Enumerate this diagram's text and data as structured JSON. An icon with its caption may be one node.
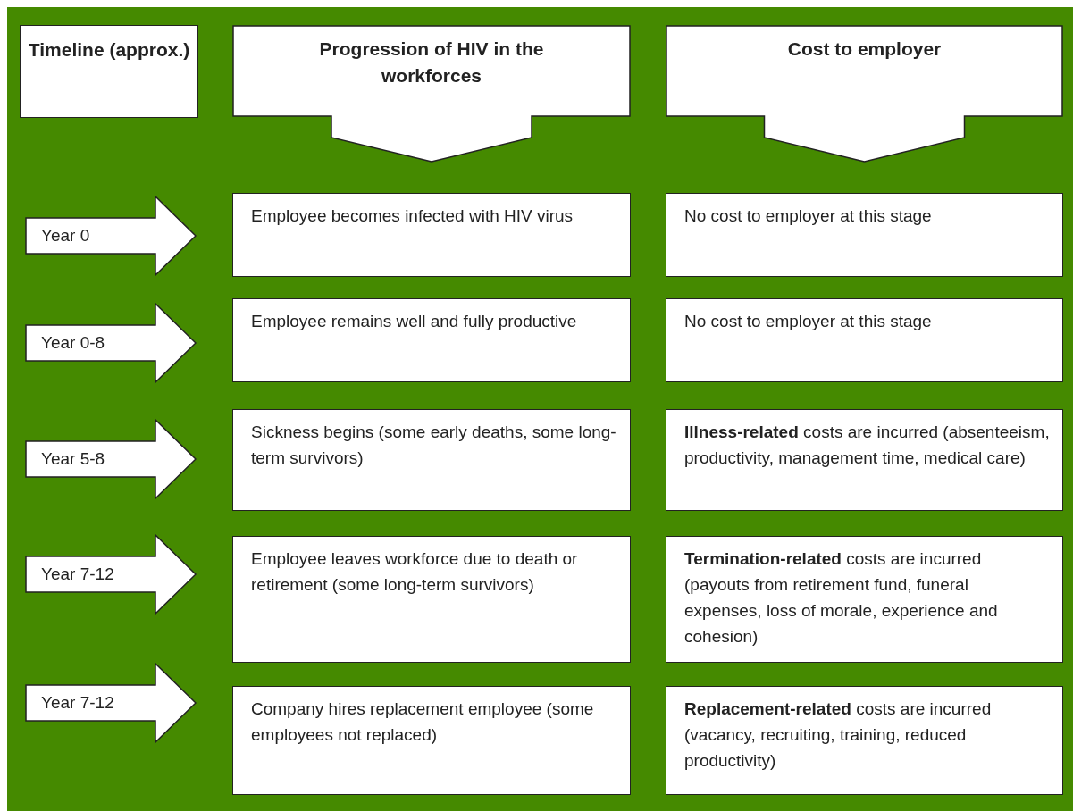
{
  "diagram": {
    "nodes": [
      {
        "text": [
          "Timeline (approx.)"
        ]
      },
      {
        "text": [
          "Progression of HIV in the workforces"
        ]
      },
      {
        "text": [
          "Cost to employer"
        ]
      },
      {
        "text": [
          "Year 0"
        ]
      },
      {
        "text": [
          "Employee becomes infected with HIV virus"
        ]
      },
      {
        "text": [
          "No cost to employer at this stage"
        ]
      },
      {
        "text": [
          "Year 0-8"
        ]
      },
      {
        "text": [
          "Employee remains well and fully productive"
        ]
      },
      {
        "text": [
          "No cost to employer at this stage"
        ]
      },
      {
        "text": [
          "Year 5-8"
        ]
      },
      {
        "text": [
          "Sickness begins (some early deaths, some long-term survivors)"
        ]
      },
      {
        "text": [
          "**Illness-related** costs are incurred (absenteeism, productivity, management time, medical care)"
        ]
      },
      {
        "text": [
          "Year 7-12"
        ]
      },
      {
        "text": [
          "Employee leaves workforce due to death or retirement (some long-term survivors)"
        ]
      },
      {
        "text": [
          "**Termination-related** costs are incurred (payouts from retirement fund, funeral expenses, loss of morale, experience and cohesion)"
        ]
      },
      {
        "text": [
          "Year 7-12"
        ]
      },
      {
        "text": [
          "Company hires replacement employee (some employees not replaced)"
        ]
      },
      {
        "text": [
          "**Replacement-related** costs are incurred (vacancy, recruiting, training, reduced productivity)"
        ]
      }
    ]
  }
}
